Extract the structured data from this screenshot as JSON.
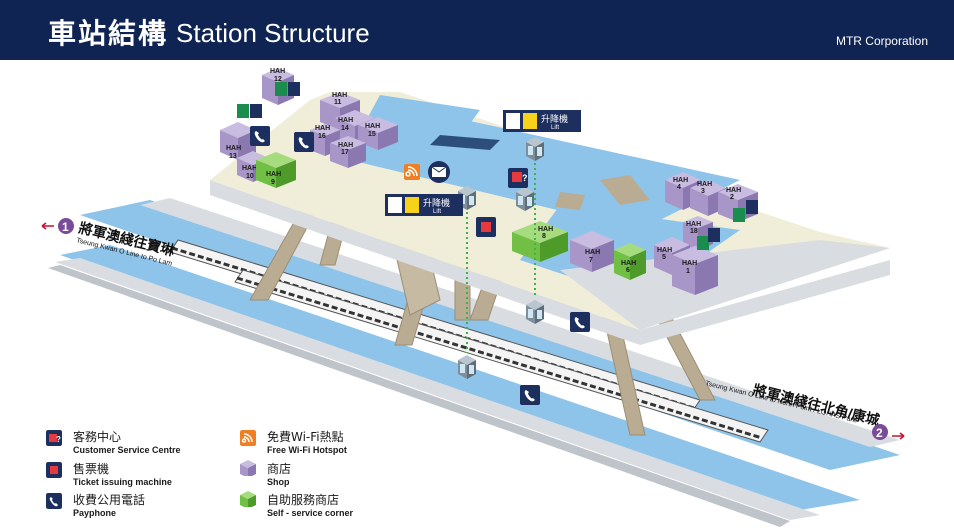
{
  "header": {
    "title_zh": "車站結構",
    "title_en": "Station Structure",
    "brand": "MTR Corporation"
  },
  "colors": {
    "header_bg": "#0f2452",
    "concourse": "#f0eed8",
    "floor_blue": "#8ec4ea",
    "shop": "#a996c9",
    "self_service": "#71bf44",
    "line_purple": "#7a4b98",
    "icon_navy": "#1c2f5e",
    "wifi_orange": "#f07f24",
    "pillar": "#b9ac92"
  },
  "shop_label": "HAH",
  "shops": {
    "s1": "1",
    "s2": "2",
    "s3": "3",
    "s4": "4",
    "s5": "5",
    "s6": "6",
    "s7": "7",
    "s8": "8",
    "s9": "9",
    "s10": "10",
    "s11": "11",
    "s12": "12",
    "s13": "13",
    "s14": "14",
    "s15": "15",
    "s16": "16",
    "s17": "17",
    "s18": "18"
  },
  "lift": {
    "label_zh": "升降機",
    "label_en": "Lift"
  },
  "platforms": {
    "upper": {
      "number": "1",
      "label_zh": "將軍澳綫往寶琳",
      "label_en": "Tseung Kwan O Line to Po Lam"
    },
    "lower": {
      "number": "2",
      "label_zh": "將軍澳綫往北角/康城",
      "label_en": "Tseung Kwan O Line to North Point / LOHAS Park"
    }
  },
  "legend": [
    {
      "icon": "customer-service-icon",
      "zh": "客務中心",
      "en": "Customer Service Centre"
    },
    {
      "icon": "ticket-machine-icon",
      "zh": "售票機",
      "en": "Ticket issuing machine"
    },
    {
      "icon": "payphone-icon",
      "zh": "收費公用電話",
      "en": "Payphone"
    },
    {
      "icon": "wifi-icon",
      "zh": "免費Wi-Fi熱點",
      "en": "Free Wi-Fi Hotspot"
    },
    {
      "icon": "shop-icon",
      "zh": "商店",
      "en": "Shop"
    },
    {
      "icon": "self-service-icon",
      "zh": "自助服務商店",
      "en": "Self - service corner"
    }
  ]
}
